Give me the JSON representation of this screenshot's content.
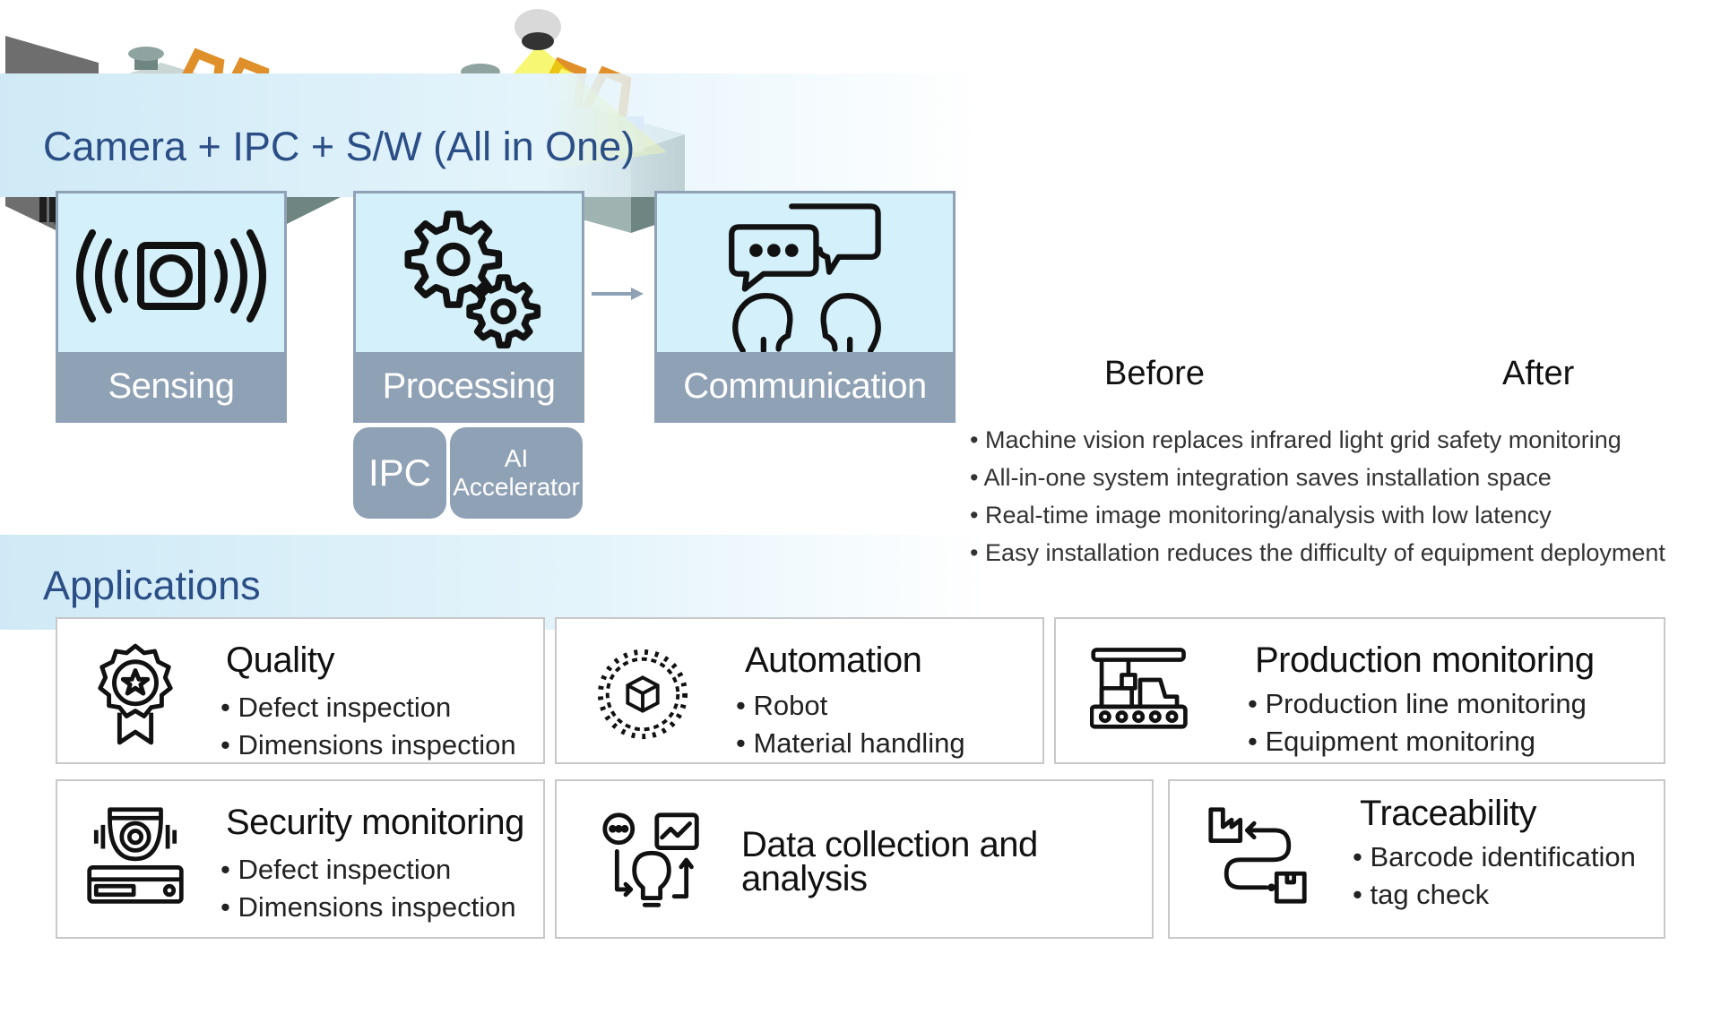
{
  "title": "Camera + IPC + S/W  (All in One)",
  "modules": [
    {
      "label": "Sensing",
      "icon": "camera-signal-icon"
    },
    {
      "label": "Processing",
      "icon": "gears-icon"
    },
    {
      "label": "Communication",
      "icon": "people-chat-icon"
    }
  ],
  "processing_parts": [
    "IPC",
    "AI Accelerator"
  ],
  "illustration": {
    "before_label": "Before",
    "after_label": "After"
  },
  "benefits": [
    "Machine vision replaces infrared light grid safety monitoring",
    "All-in-one system integration saves installation space",
    "Real-time image monitoring/analysis with low latency",
    "Easy installation reduces the difficulty of equipment deployment"
  ],
  "applications_title": "Applications",
  "applications": [
    {
      "title": "Quality",
      "icon": "award-badge-icon",
      "items": [
        "Defect inspection",
        "Dimensions inspection"
      ]
    },
    {
      "title": "Automation",
      "icon": "gear-cube-icon",
      "items": [
        "Robot",
        "Material handling"
      ]
    },
    {
      "title": "Production monitoring",
      "icon": "factory-conveyor-icon",
      "items": [
        "Production line monitoring",
        "Equipment monitoring"
      ]
    },
    {
      "title": "Security monitoring",
      "icon": "dome-camera-nvr-icon",
      "items": [
        "Defect inspection",
        "Dimensions inspection"
      ]
    },
    {
      "title": "Data collection and analysis",
      "icon": "data-analysis-icon",
      "items": []
    },
    {
      "title": "Traceability",
      "icon": "trace-route-icon",
      "items": [
        "Barcode identification",
        "tag check"
      ]
    }
  ],
  "colors": {
    "title_blue": "#2b4e86",
    "module_fill": "#d4f0fa",
    "module_caption": "#8fa1b5",
    "band": "#cfeaf6"
  }
}
